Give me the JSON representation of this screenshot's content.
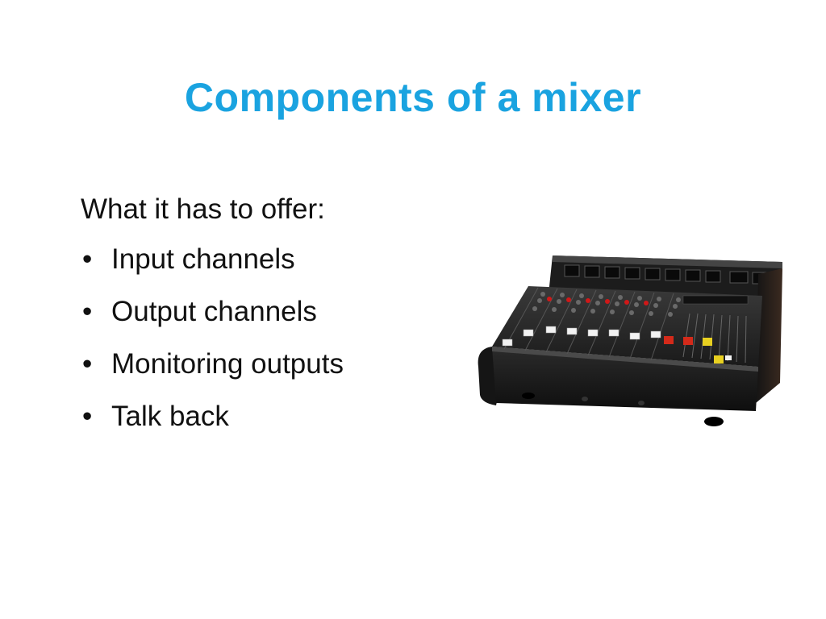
{
  "slide": {
    "title": "Components of a mixer",
    "intro": "What it has to offer:",
    "bullet_glyph": "•",
    "bullets": [
      "Input channels",
      "Output channels",
      "Monitoring outputs",
      "Talk back"
    ],
    "image": {
      "icon": "audio-mixer-image",
      "colors": {
        "body": "#1b1b1b",
        "panel": "#2a2a2a",
        "knob_red": "#d01818",
        "fader_white": "#f2f2f2",
        "fader_yellow": "#e8d020",
        "fader_red": "#d42a1a"
      }
    }
  }
}
